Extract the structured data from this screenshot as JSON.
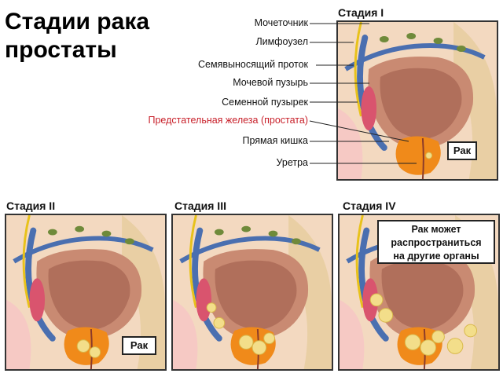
{
  "title": {
    "line1": "Стадии рака",
    "line2": "простаты"
  },
  "labels": [
    {
      "text": "Мочеточник"
    },
    {
      "text": "Лимфоузел"
    },
    {
      "text": "Семявыносящий проток"
    },
    {
      "text": "Мочевой пузырь"
    },
    {
      "text": "Семенной пузырек"
    },
    {
      "text": "Предстательная железа (простата)",
      "highlight": true
    },
    {
      "text": "Прямая кишка"
    },
    {
      "text": "Уретра"
    }
  ],
  "stages": [
    {
      "title": "Стадия I",
      "tag": "Рак"
    },
    {
      "title": "Стадия II",
      "tag": "Рак"
    },
    {
      "title": "Стадия III",
      "tag": ""
    },
    {
      "title": "Стадия IV",
      "tag_lines": [
        "Рак может",
        "распространиться",
        "на другие органы"
      ]
    }
  ],
  "colors": {
    "tissue": "#f3d9c0",
    "bladder": "#c98a72",
    "bladder_inner": "#b06f5b",
    "vessel": "#4a6fb0",
    "nerve": "#e8c21a",
    "lymph": "#6f8a3a",
    "prostate": "#f08a1a",
    "cancer": "#f3de8a",
    "vesicle": "#d9546e",
    "highlight_text": "#c8202a"
  }
}
